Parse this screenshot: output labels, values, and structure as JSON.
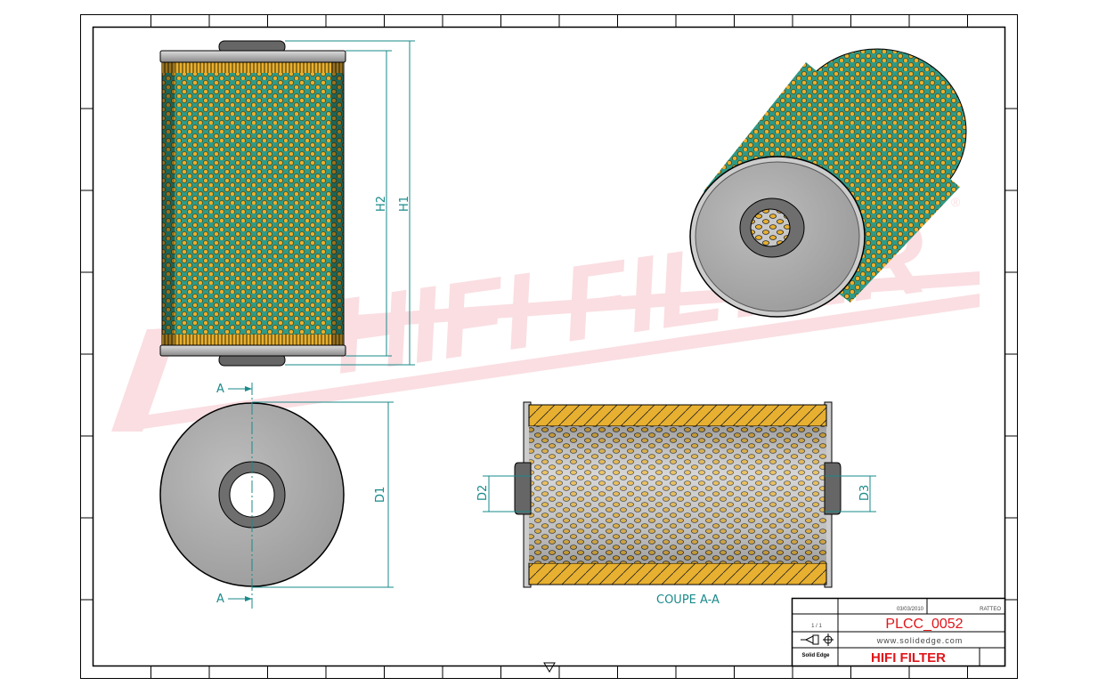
{
  "watermark": {
    "text": "HIFI FILTER",
    "symbol": "®",
    "color": "#f7c9cf"
  },
  "views": {
    "front": {
      "dims": {
        "h1": "H1",
        "h2": "H2"
      }
    },
    "end": {
      "dims": {
        "d1": "D1"
      },
      "section_marks": [
        "A",
        "A"
      ]
    },
    "section": {
      "title": "COUPE A-A",
      "dims": {
        "d2": "D2",
        "d3": "D3"
      }
    }
  },
  "title_block": {
    "date": "03/03/2010",
    "drawn_by": "RATTEO",
    "sheet": "1 / 1",
    "part_number": "PLCC_0052",
    "website": "www.solidedge.com",
    "software": "Solid Edge",
    "company": "HIFI FILTER"
  },
  "colors": {
    "dimension": "#1a8a8a",
    "title_red": "#e0161b",
    "media_yellow": "#e8b030",
    "media_green": "#2f9a86",
    "metal_gray": "#a0a0a0"
  }
}
